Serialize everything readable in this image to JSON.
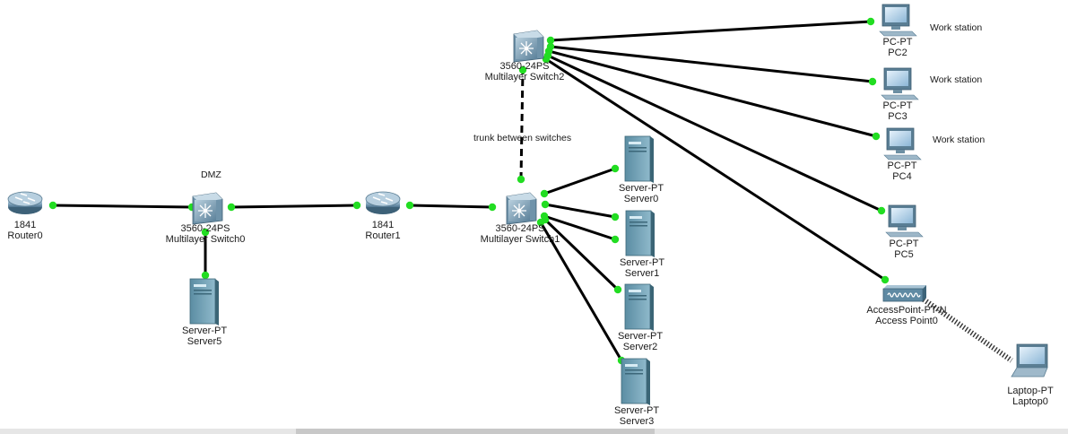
{
  "devices": {
    "router0": {
      "type": "router",
      "model": "1841",
      "name": "Router0"
    },
    "mswitch0": {
      "type": "multilayer-switch",
      "model": "3560-24PS",
      "name": "Multilayer Switch0"
    },
    "router1": {
      "type": "router",
      "model": "1841",
      "name": "Router1"
    },
    "mswitch1": {
      "type": "multilayer-switch",
      "model": "3560-24PS",
      "name": "Multilayer Switch1"
    },
    "mswitch2": {
      "type": "multilayer-switch",
      "model": "3560-24PS",
      "name": "Multilayer Switch2"
    },
    "server0": {
      "type": "server",
      "model": "Server-PT",
      "name": "Server0"
    },
    "server1": {
      "type": "server",
      "model": "Server-PT",
      "name": "Server1"
    },
    "server2": {
      "type": "server",
      "model": "Server-PT",
      "name": "Server2"
    },
    "server3": {
      "type": "server",
      "model": "Server-PT",
      "name": "Server3"
    },
    "server5": {
      "type": "server",
      "model": "Server-PT",
      "name": "Server5"
    },
    "pc2": {
      "type": "pc",
      "model": "PC-PT",
      "name": "PC2"
    },
    "pc3": {
      "type": "pc",
      "model": "PC-PT",
      "name": "PC3"
    },
    "pc4": {
      "type": "pc",
      "model": "PC-PT",
      "name": "PC4"
    },
    "pc5": {
      "type": "pc",
      "model": "PC-PT",
      "name": "PC5"
    },
    "ap0": {
      "type": "access-point",
      "model": "AccessPoint-PT-N",
      "name": "Access Point0"
    },
    "laptop0": {
      "type": "laptop",
      "model": "Laptop-PT",
      "name": "Laptop0"
    }
  },
  "notes": {
    "dmz": "DMZ",
    "trunk": "trunk between switches",
    "ws_pc2": "Work station",
    "ws_pc3": "Work station",
    "ws_pc4": "Work station"
  },
  "links": [
    {
      "from": "router0",
      "to": "mswitch0",
      "style": "solid"
    },
    {
      "from": "mswitch0",
      "to": "router1",
      "style": "solid"
    },
    {
      "from": "mswitch0",
      "to": "server5",
      "style": "solid"
    },
    {
      "from": "router1",
      "to": "mswitch1",
      "style": "solid"
    },
    {
      "from": "mswitch1",
      "to": "mswitch2",
      "style": "dashed"
    },
    {
      "from": "mswitch1",
      "to": "server0",
      "style": "solid"
    },
    {
      "from": "mswitch1",
      "to": "server1",
      "style": "solid"
    },
    {
      "from": "mswitch1",
      "to": "server1b",
      "style": "solid"
    },
    {
      "from": "mswitch1",
      "to": "server2",
      "style": "solid"
    },
    {
      "from": "mswitch1",
      "to": "server3",
      "style": "solid"
    },
    {
      "from": "mswitch2",
      "to": "pc2",
      "style": "solid"
    },
    {
      "from": "mswitch2",
      "to": "pc3",
      "style": "solid"
    },
    {
      "from": "mswitch2",
      "to": "pc4",
      "style": "solid"
    },
    {
      "from": "mswitch2",
      "to": "pc5",
      "style": "solid"
    },
    {
      "from": "mswitch2",
      "to": "ap0",
      "style": "solid"
    },
    {
      "from": "ap0",
      "to": "laptop0",
      "style": "wireless"
    }
  ],
  "colors": {
    "link": "#000000",
    "port": "#22dd22",
    "wireless": "#333333"
  }
}
